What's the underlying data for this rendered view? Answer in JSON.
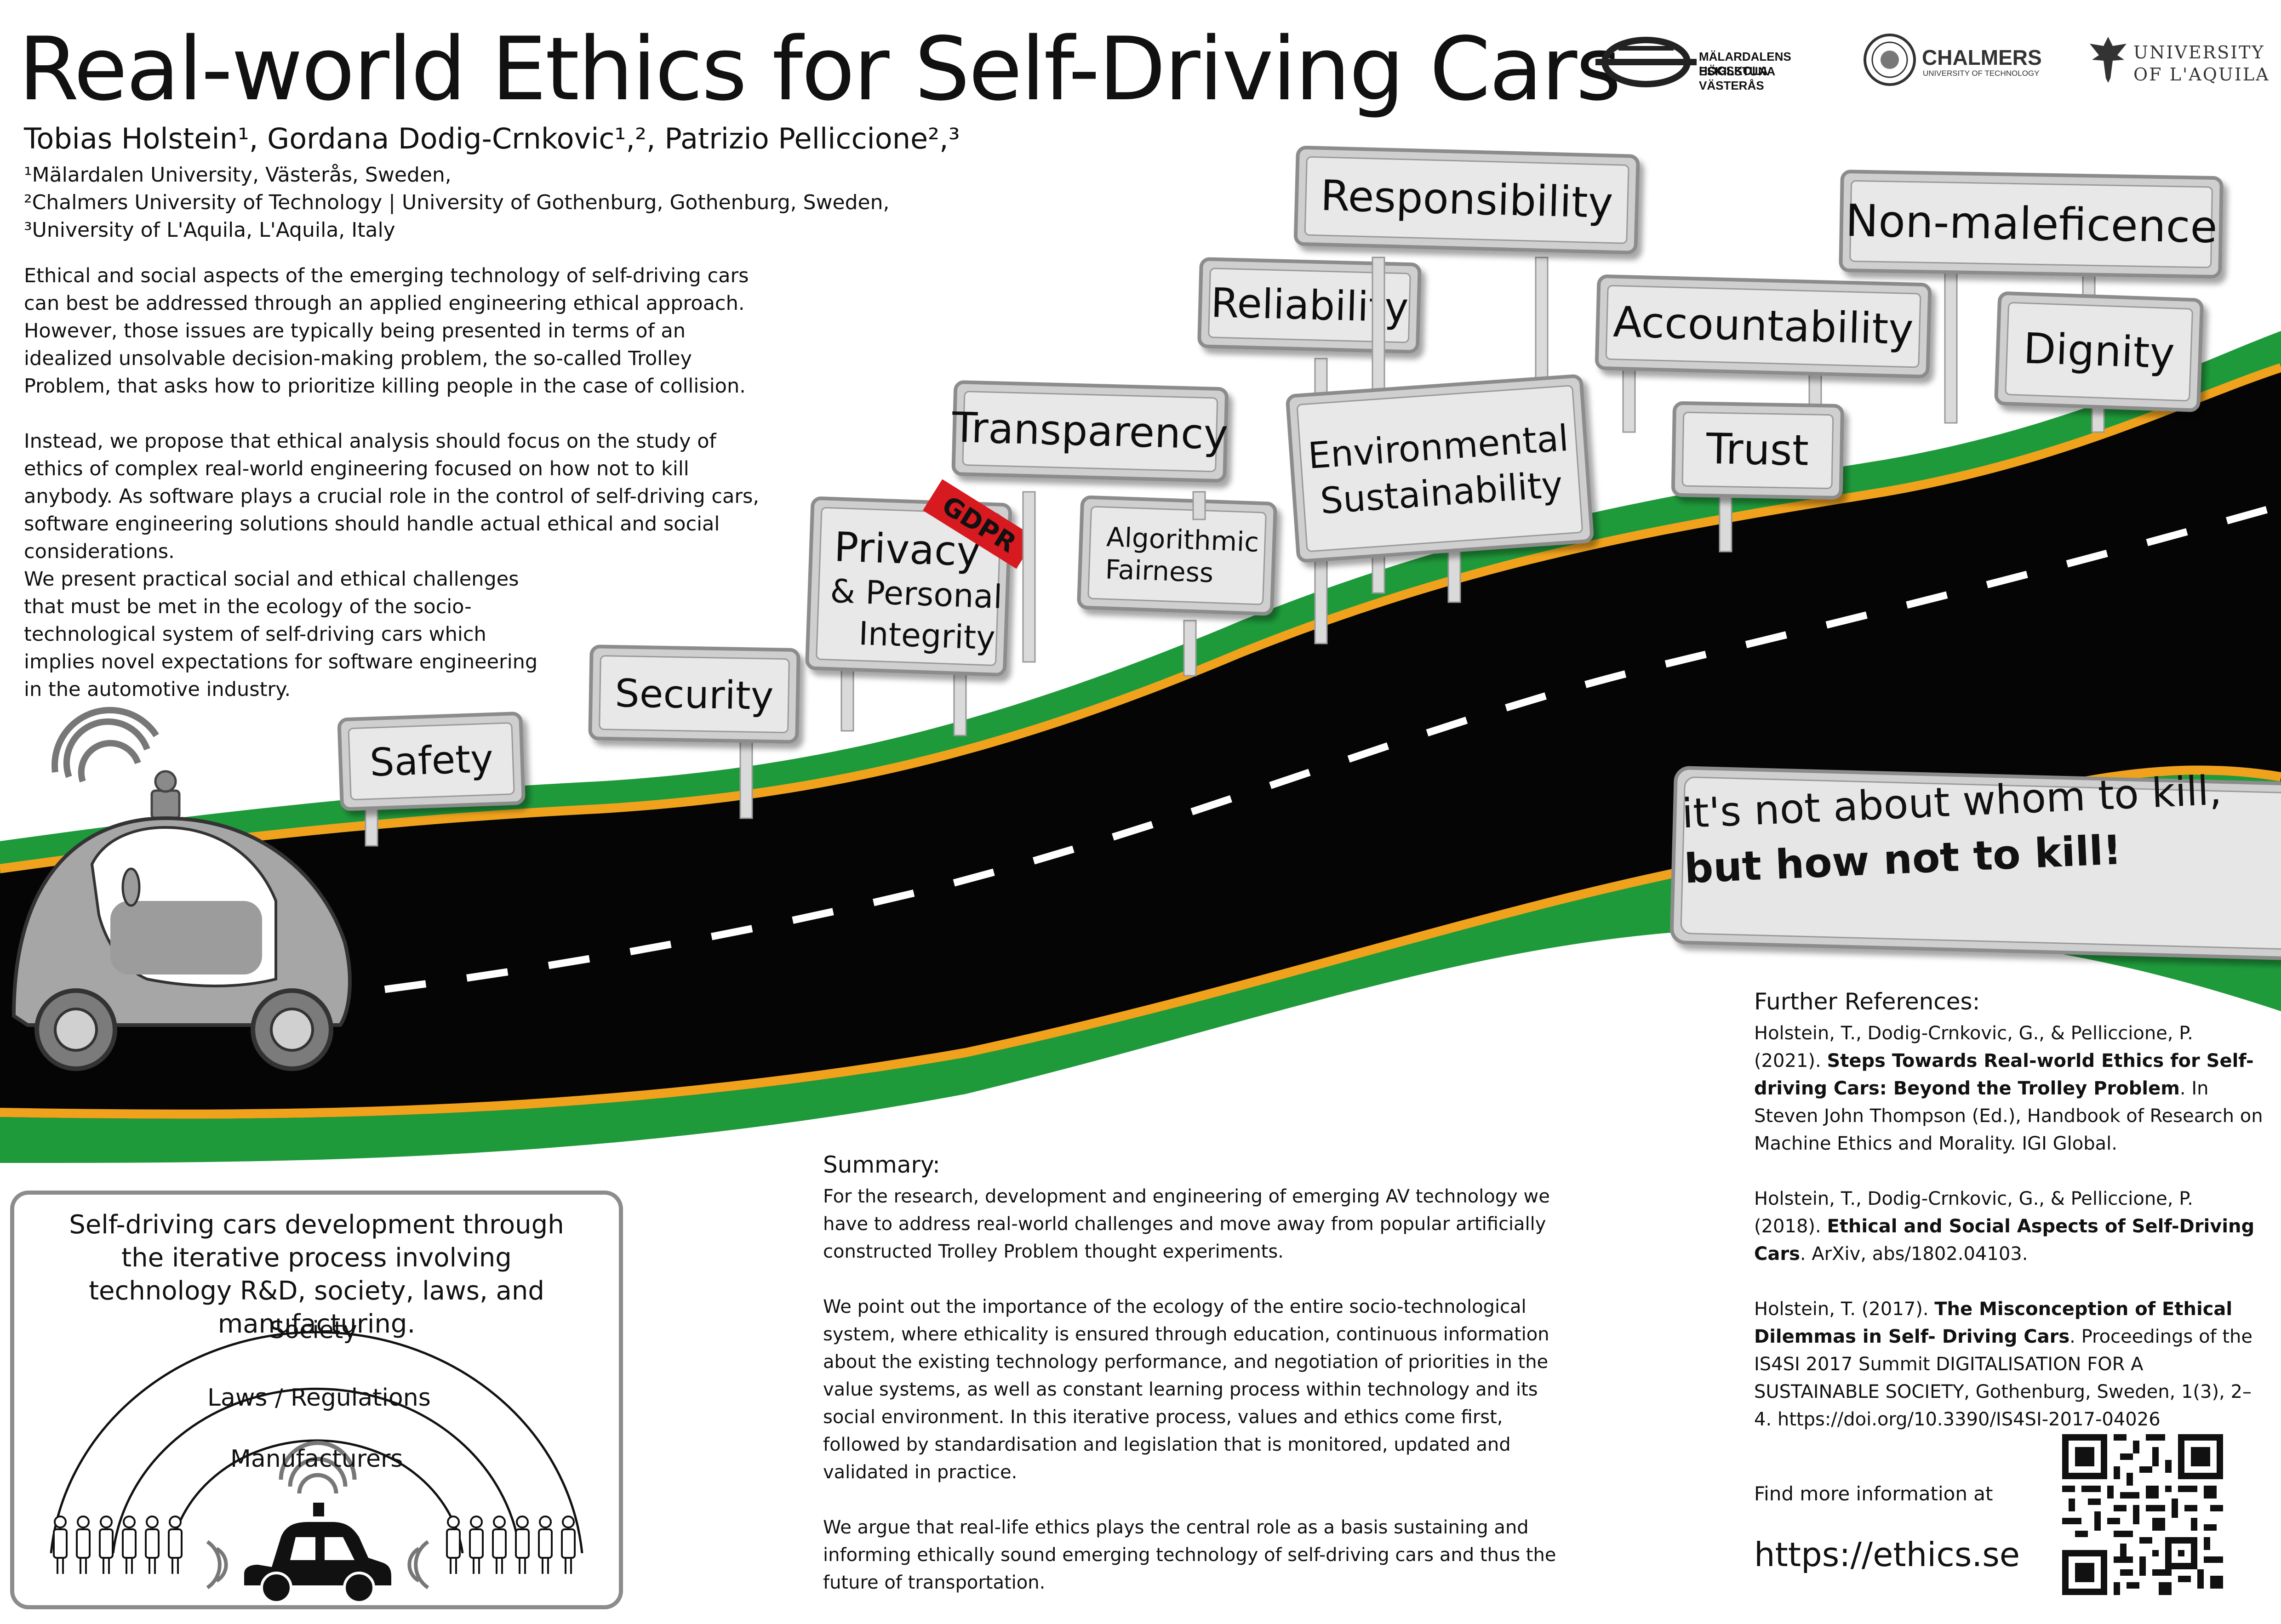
{
  "title": "Real-world Ethics for Self-Driving Cars",
  "authors": "Tobias Holstein¹, Gordana Dodig-Crnkovic¹,², Patrizio Pelliccione²,³",
  "affiliations": [
    "¹Mälardalen University, Västerås, Sweden,",
    "²Chalmers University of Technology | University of Gothenburg, Gothenburg, Sweden,",
    "³University of L'Aquila, L'Aquila, Italy"
  ],
  "logos": {
    "mdh_line1": "MÄLARDALENS HÖGSKOLA",
    "mdh_line2": "ESKILSTUNA VÄSTERÅS",
    "chalmers": "CHALMERS",
    "chalmers_sub": "UNIVERSITY OF TECHNOLOGY",
    "aquila_line1": "UNIVERSITY",
    "aquila_line2": "OF L'AQUILA"
  },
  "intro": [
    "Ethical and social aspects of the emerging technology of self-driving cars can best be addressed through an applied engineering ethical approach. However, those issues are typically being presented in terms of an idealized unsolvable decision-making problem, the so-called Trolley Problem, that asks how to prioritize killing people in the case of collision.",
    "Instead, we propose that ethical analysis should focus on the study of ethics of complex real-world engineering focused on how not to kill anybody. As software plays a crucial role in the control of self-driving cars, software engineering solutions should handle actual ethical and social considerations.",
    "We present practical social and ethical challenges that must be met in the ecology of the socio-technological system of self-driving cars which implies novel expectations for software engineering in the automotive industry."
  ],
  "signs": {
    "safety": "Safety",
    "security": "Security",
    "privacy_1": "Privacy",
    "privacy_2": "& Personal",
    "privacy_3": "Integrity",
    "gdpr": "GDPR",
    "algorithmic_1": "Algorithmic",
    "algorithmic_2": "Fairness",
    "transparency": "Transparency",
    "reliability": "Reliability",
    "responsibility": "Responsibility",
    "environmental_1": "Environmental",
    "environmental_2": "Sustainability",
    "accountability": "Accountability",
    "trust": "Trust",
    "nonmaleficence": "Non-maleficence",
    "dignity": "Dignity"
  },
  "slogan": {
    "line1": "it's not about whom to kill,",
    "line2": "but how not to kill!"
  },
  "process": {
    "title": "Self-driving cars development through the iterative process involving technology R&D, society, laws, and manufacturing.",
    "society": "Society",
    "laws": "Laws / Regulations",
    "manufacturers": "Manufacturers"
  },
  "summary": {
    "heading": "Summary:",
    "paragraphs": [
      "For the research, development and engineering of emerging AV technology we have to address real-world challenges and move away from popular artificially constructed Trolley Problem thought experiments.",
      "We point out the importance of the ecology of the entire socio-technological system, where ethicality is ensured through education, continuous information about the existing technology performance, and negotiation of priorities in the value systems, as well as constant learning process within technology and its social environment. In this iterative process, values and ethics come first, followed by standardisation and legislation that is monitored, updated and validated in practice.",
      "We argue that real-life ethics plays the central role as a basis sustaining and informing ethically sound emerging technology of self-driving cars and thus the future of transportation."
    ]
  },
  "references": {
    "heading": "Further References:",
    "items": [
      {
        "pre": "Holstein, T., Dodig-Crnkovic, G., & Pelliccione, P. (2021). ",
        "bold": "Steps Towards Real-world Ethics for Self-driving Cars: Beyond the Trolley Problem",
        "post": ". In Steven John Thompson (Ed.), Handbook of Research on Machine Ethics and Morality. IGI Global."
      },
      {
        "pre": "Holstein, T., Dodig-Crnkovic, G., & Pelliccione, P. (2018). ",
        "bold": "Ethical and Social Aspects of Self-Driving Cars",
        "post": ". ArXiv, abs/1802.04103."
      },
      {
        "pre": "Holstein, T. (2017). ",
        "bold": "The Misconception of Ethical Dilemmas in Self- Driving Cars",
        "post": ". Proceedings of the IS4SI 2017 Summit DIGITALISATION FOR A SUSTAINABLE SOCIETY, Gothenburg, Sweden, 1(3), 2–4. https://doi.org/10.3390/IS4SI-2017-04026"
      }
    ]
  },
  "find_more": "Find more information at",
  "url": "https://ethics.se"
}
